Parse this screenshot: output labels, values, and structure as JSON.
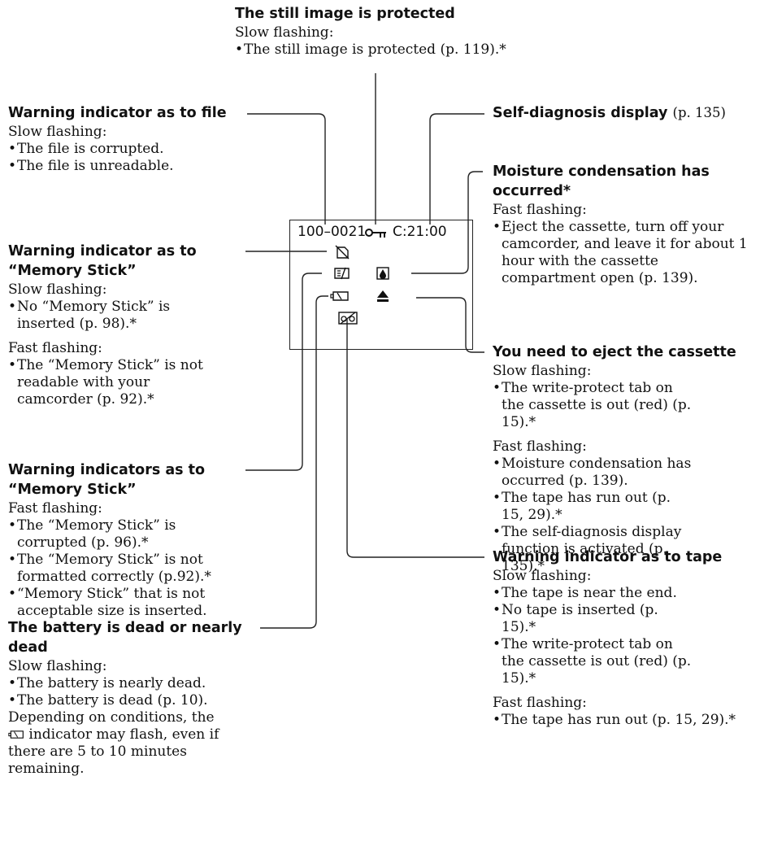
{
  "lcd": {
    "file_number": "100–0021",
    "self_diagnosis_code": "C:21:00"
  },
  "icons": {
    "protect": "key-icon",
    "file_warning": "no-file-icon",
    "memory_stick_warning": "memory-stick-icon",
    "moisture": "water-drop-icon",
    "battery": "battery-icon",
    "eject": "eject-icon",
    "tape": "tape-cassette-icon"
  },
  "protected": {
    "title": "The still image is protected",
    "sub": "Slow flashing:",
    "items": [
      "The still image is protected (p. 119).*"
    ]
  },
  "file_warning": {
    "title": "Warning indicator as to file",
    "sub": "Slow flashing:",
    "items": [
      "The file is corrupted.",
      "The file is unreadable."
    ]
  },
  "self_diagnosis": {
    "title": "Self-diagnosis display",
    "ref": "(p. 135)"
  },
  "moisture": {
    "title_line1": "Moisture condensation has",
    "title_line2": "occurred*",
    "sub": "Fast flashing:",
    "items": [
      "Eject the cassette, turn off your camcorder, and leave it for about 1 hour with the cassette compartment open (p. 139)."
    ]
  },
  "ms_warning": {
    "title_line1": "Warning indicator as to",
    "title_line2": "“Memory Stick”",
    "slow_label": "Slow flashing:",
    "slow_items": [
      "No “Memory Stick” is inserted (p. 98).*"
    ],
    "fast_label": "Fast flashing:",
    "fast_items": [
      "The “Memory Stick” is not readable with your camcorder (p. 92).*"
    ]
  },
  "eject": {
    "title": "You need to eject the cassette",
    "slow_label": "Slow flashing:",
    "slow_items": [
      "The write-protect tab on the cassette is out (red) (p. 15).*"
    ],
    "fast_label": "Fast flashing:",
    "fast_items": [
      "Moisture condensation has occurred (p. 139).",
      "The tape has run out (p. 15, 29).*",
      "The self-diagnosis display function is activated (p. 135).*"
    ]
  },
  "ms_warnings": {
    "title_line1": "Warning indicators as to",
    "title_line2": "“Memory Stick”",
    "sub": "Fast flashing:",
    "items": [
      "The “Memory Stick” is corrupted (p. 96).*",
      "The “Memory Stick” is not formatted correctly (p.92).*",
      "“Memory Stick” that is not acceptable size is inserted."
    ]
  },
  "tape": {
    "title": "Warning indicator as to tape",
    "slow_label": "Slow flashing:",
    "slow_items": [
      "The tape is near the end.",
      "No tape is inserted (p. 15).*",
      "The write-protect tab on the cassette is out (red) (p. 15).*"
    ],
    "fast_label": "Fast flashing:",
    "fast_items": [
      "The tape has run out (p. 15, 29).*"
    ]
  },
  "battery": {
    "title_line1": "The battery is dead or nearly",
    "title_line2": "dead",
    "sub": "Slow flashing:",
    "items": [
      "The battery is nearly dead.",
      "The battery is dead (p. 10)."
    ],
    "note_before": "Depending on conditions, the",
    "note_after": "indicator may flash, even if there are 5 to 10 minutes remaining."
  }
}
